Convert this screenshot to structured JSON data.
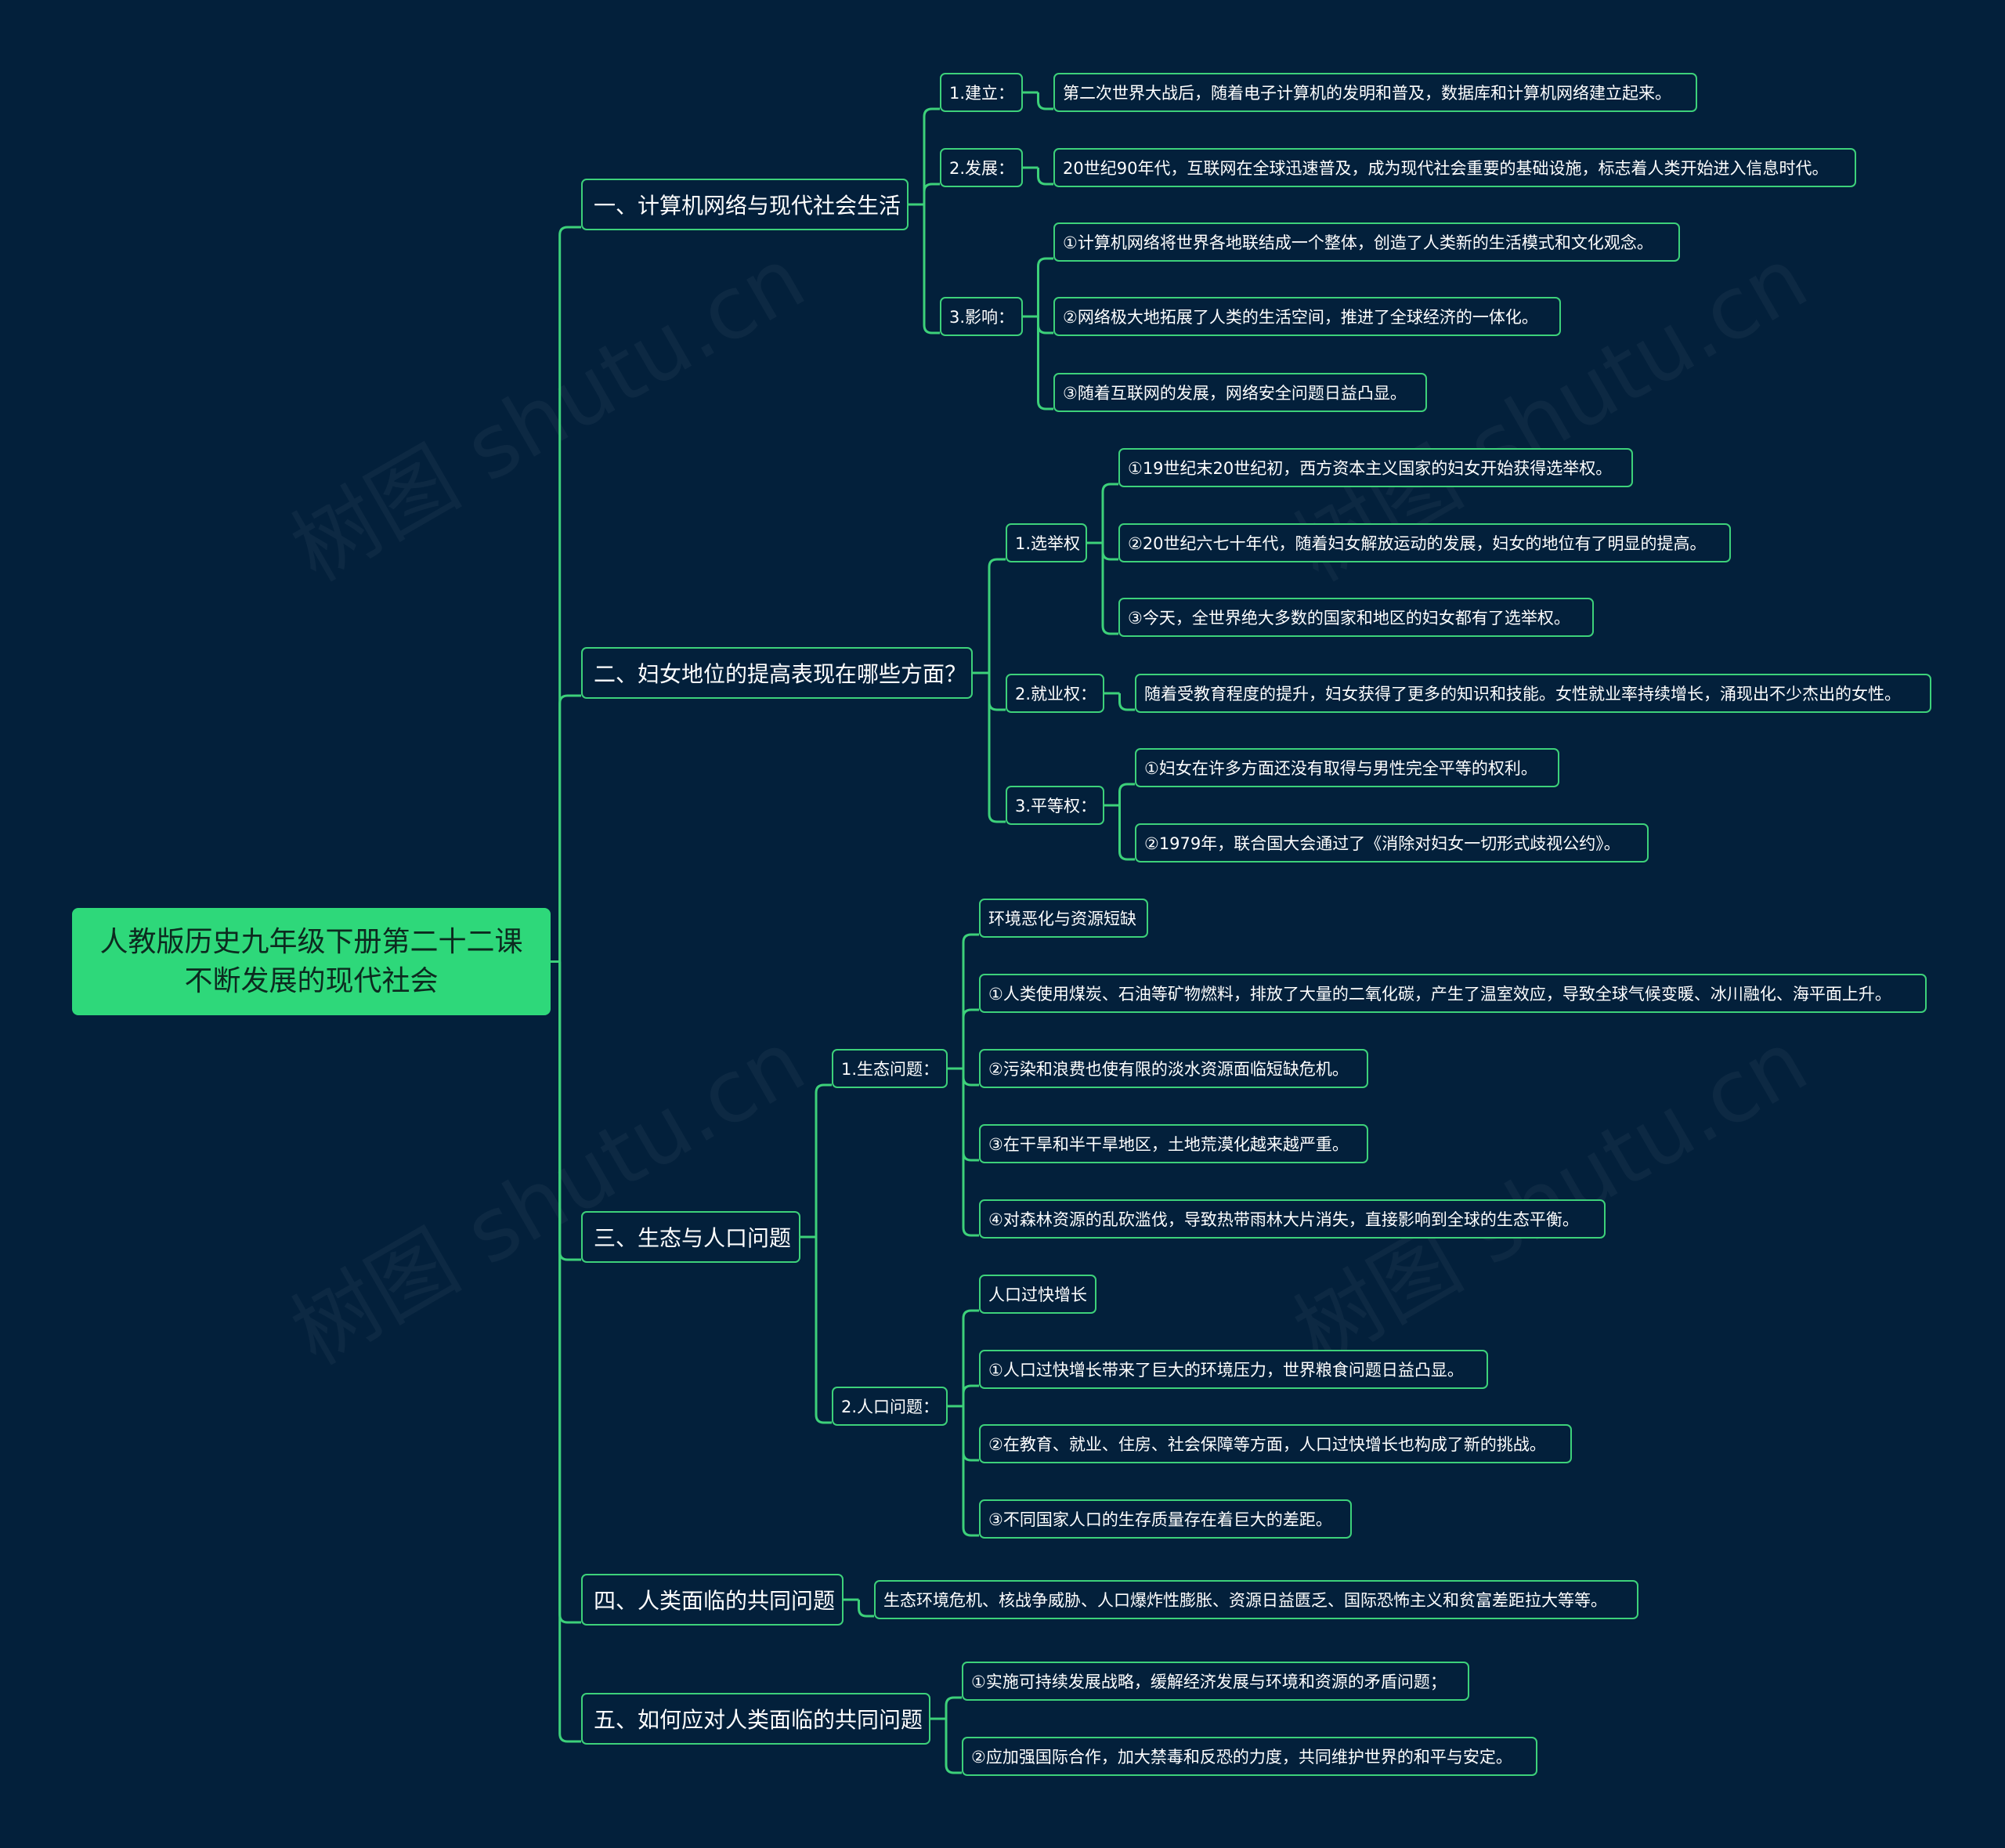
{
  "watermark": "树图 shutu.cn",
  "colors": {
    "background": "#03203b",
    "line": "#3dd17a",
    "root_fill": "#2ed87a",
    "text": "#ffffff"
  },
  "root": {
    "line1": "人教版历史九年级下册第二十二课",
    "line2": "不断发展的现代社会"
  },
  "sections": [
    {
      "label": "一、计算机网络与现代社会生活",
      "children": [
        {
          "label": "1.建立：",
          "children": [
            "第二次世界大战后，随着电子计算机的发明和普及，数据库和计算机网络建立起来。"
          ]
        },
        {
          "label": "2.发展：",
          "children": [
            "20世纪90年代，互联网在全球迅速普及，成为现代社会重要的基础设施，标志着人类开始进入信息时代。"
          ]
        },
        {
          "label": "3.影响：",
          "children": [
            "①计算机网络将世界各地联结成一个整体，创造了人类新的生活模式和文化观念。",
            "②网络极大地拓展了人类的生活空间，推进了全球经济的一体化。",
            "③随着互联网的发展，网络安全问题日益凸显。"
          ]
        }
      ]
    },
    {
      "label": "二、妇女地位的提高表现在哪些方面？",
      "children": [
        {
          "label": "1.选举权",
          "children": [
            "①19世纪末20世纪初，西方资本主义国家的妇女开始获得选举权。",
            "②20世纪六七十年代，随着妇女解放运动的发展，妇女的地位有了明显的提高。",
            "③今天，全世界绝大多数的国家和地区的妇女都有了选举权。"
          ]
        },
        {
          "label": "2.就业权：",
          "children": [
            "随着受教育程度的提升，妇女获得了更多的知识和技能。女性就业率持续增长，涌现出不少杰出的女性。"
          ]
        },
        {
          "label": "3.平等权：",
          "children": [
            "①妇女在许多方面还没有取得与男性完全平等的权利。",
            "②1979年，联合国大会通过了《消除对妇女一切形式歧视公约》。"
          ]
        }
      ]
    },
    {
      "label": "三、生态与人口问题",
      "children": [
        {
          "label": "1.生态问题：",
          "children": [
            "环境恶化与资源短缺",
            "①人类使用煤炭、石油等矿物燃料，排放了大量的二氧化碳，产生了温室效应，导致全球气候变暖、冰川融化、海平面上升。",
            "②污染和浪费也使有限的淡水资源面临短缺危机。",
            "③在干旱和半干旱地区，土地荒漠化越来越严重。",
            "④对森林资源的乱砍滥伐，导致热带雨林大片消失，直接影响到全球的生态平衡。"
          ]
        },
        {
          "label": "2.人口问题：",
          "children": [
            "人口过快增长",
            "①人口过快增长带来了巨大的环境压力，世界粮食问题日益凸显。",
            "②在教育、就业、住房、社会保障等方面，人口过快增长也构成了新的挑战。",
            "③不同国家人口的生存质量存在着巨大的差距。"
          ]
        }
      ]
    },
    {
      "label": "四、人类面临的共同问题",
      "children": [
        "生态环境危机、核战争威胁、人口爆炸性膨胀、资源日益匮乏、国际恐怖主义和贫富差距拉大等等。"
      ]
    },
    {
      "label": "五、如何应对人类面临的共同问题",
      "children": [
        "①实施可持续发展战略，缓解经济发展与环境和资源的矛盾问题；",
        "②应加强国际合作，加大禁毒和反恐的力度，共同维护世界的和平与安定。"
      ]
    }
  ]
}
